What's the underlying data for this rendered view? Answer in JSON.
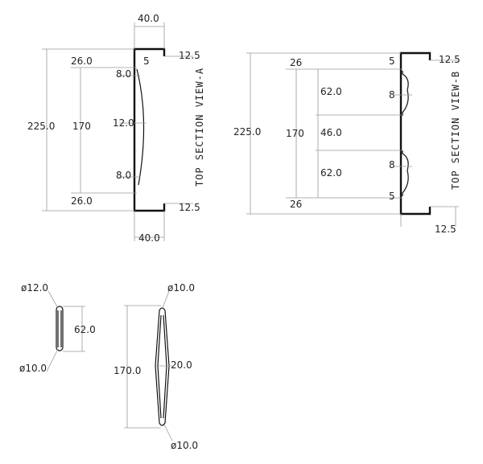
{
  "colors": {
    "ink": "#111111",
    "dim_line": "#9a9a9a",
    "background": "#ffffff"
  },
  "view_a": {
    "label": "TOP SECTION VIEW-A",
    "dims": {
      "top_width": "40.0",
      "top_flange": "12.5",
      "bottom_flange": "12.5",
      "bottom_width": "40.0",
      "overall_height": "225.0",
      "top_offset": "26.0",
      "bottom_offset": "26.0",
      "inner_height": "170",
      "gap_small": "5",
      "upper_taper": "8.0",
      "mid_bulge": "12.0",
      "lower_taper": "8.0"
    }
  },
  "view_b": {
    "label": "TOP SECTION VIEW-B",
    "dims": {
      "top_flange": "12.5",
      "bottom_flange": "12.5",
      "overall_height": "225.0",
      "top_offset": "26",
      "bottom_offset": "26",
      "inner_height": "170",
      "upper_segment": "62.0",
      "middle_segment": "46.0",
      "lower_segment": "62.0",
      "top_gap": "5",
      "bottom_gap": "5",
      "upper_bulge": "8",
      "lower_bulge": "8"
    }
  },
  "part_small": {
    "top_diameter": "ø12.0",
    "bottom_diameter": "ø10.0",
    "height": "62.0"
  },
  "part_large": {
    "top_diameter": "ø10.0",
    "bottom_diameter": "ø10.0",
    "height": "170.0",
    "width": "20.0"
  }
}
